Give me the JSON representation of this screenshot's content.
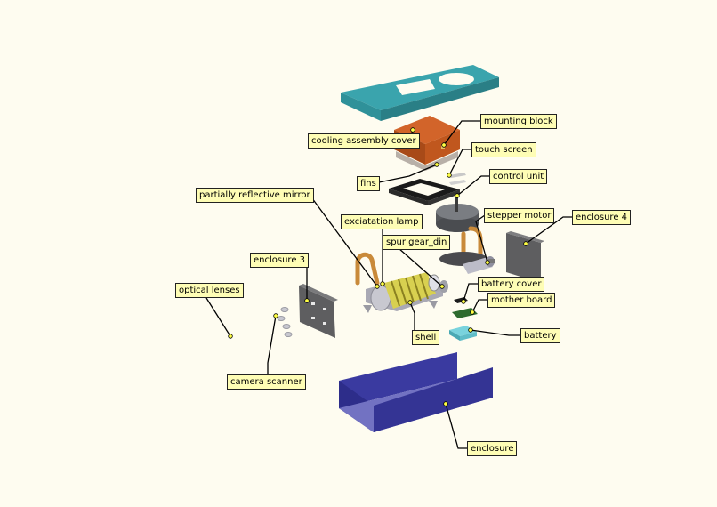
{
  "labels": {
    "mounting_block": "mounting block",
    "cooling_assembly_cover": "cooling assembly cover",
    "touch_screen": "touch screen",
    "fins": "fins",
    "control_unit": "control unit",
    "partially_reflective_mirror": "partially reflective mirror",
    "exciatation_lamp": "exciatation lamp",
    "stepper_motor": "stepper motor",
    "enclosure_4": "enclosure 4",
    "spur_gear_din": "spur gear_din",
    "enclosure_3": "enclosure 3",
    "battery_cover": "battery cover",
    "optical_lenses": "optical lenses",
    "mother_board": "mother board",
    "shell": "shell",
    "battery": "battery",
    "camera_scanner": "camera scanner",
    "enclosure": "enclosure"
  },
  "colors": {
    "background": "#fefcf0",
    "label_fill": "#fefdb5",
    "leader_line": "#000000",
    "anchor_dot": "#ffff44",
    "cover_plate": "#3aa4ad",
    "cooling_block": "#c0571e",
    "enclosure_body": "#2d2d8a",
    "enclosure_panel": "#5e5e60",
    "shell_coil": "#d8d050",
    "pipe": "#c98a3a"
  }
}
